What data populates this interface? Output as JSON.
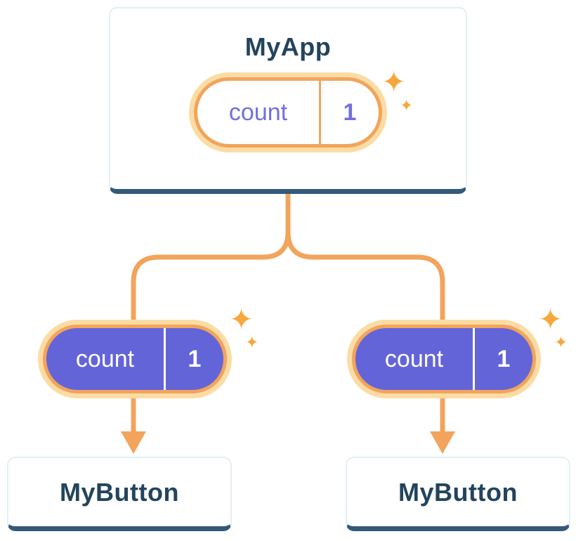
{
  "colors": {
    "orange": "#F2A45C",
    "orange_halo": "#FBDCA4",
    "purple_fill": "#6464D9",
    "purple_text": "#7170DE",
    "navy_text": "#23445D",
    "card_bottom_edge": "#33597B",
    "sparkle": "#F6A83D"
  },
  "root": {
    "title": "MyApp",
    "state": {
      "name": "count",
      "value": "1"
    }
  },
  "children": [
    {
      "title": "MyButton",
      "state": {
        "name": "count",
        "value": "1"
      }
    },
    {
      "title": "MyButton",
      "state": {
        "name": "count",
        "value": "1"
      }
    }
  ],
  "icons": {
    "sparkle": "✦"
  }
}
